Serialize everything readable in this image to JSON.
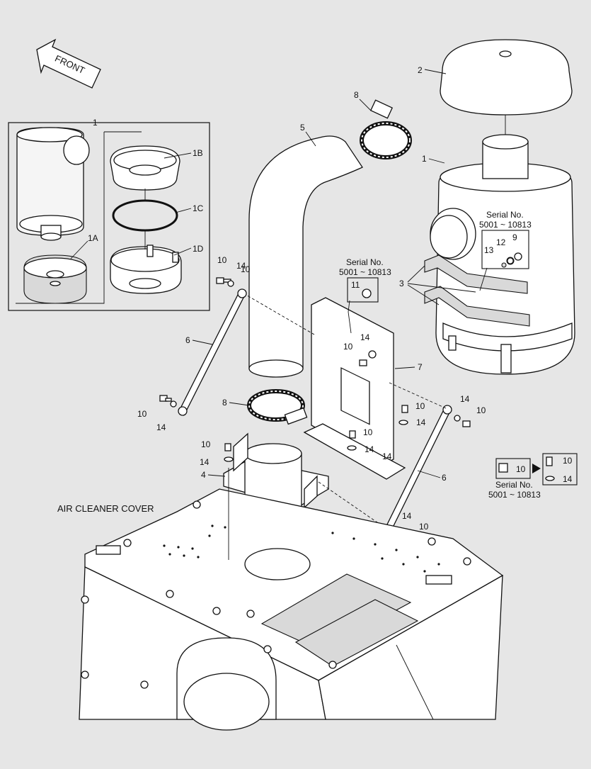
{
  "front_label": "FRONT",
  "callouts": {
    "c1_inset": "1",
    "c1a": "1A",
    "c1b": "1B",
    "c1c": "1C",
    "c1d": "1D",
    "c1_main": "1",
    "c2": "2",
    "c3": "3",
    "c4": "4",
    "c5": "5",
    "c6_left": "6",
    "c6_right": "6",
    "c7": "7",
    "c8_top": "8",
    "c8_low": "8",
    "c9": "9",
    "c10_a": "10",
    "c10_b": "10",
    "c10_c": "10",
    "c10_d": "10",
    "c10_e": "10",
    "c10_f": "10",
    "c10_g": "10",
    "c10_h": "10",
    "c10_i": "10",
    "c10_legend_a": "10",
    "c10_legend_b": "10",
    "c11": "11",
    "c12": "12",
    "c13": "13",
    "c14_a": "14",
    "c14_b": "14",
    "c14_c": "14",
    "c14_d": "14",
    "c14_e": "14",
    "c14_f": "14",
    "c14_g": "14",
    "c14_h": "14",
    "c14_i": "14",
    "c14_legend": "14"
  },
  "serial_notes": {
    "right_title": "Serial No.",
    "right_range": "5001 ~ 10813",
    "center_title": "Serial No.",
    "center_range": "5001 ~ 10813",
    "legend_title": "Serial No.",
    "legend_range": "5001 ~ 10813"
  },
  "air_cleaner_cover_label": "AIR CLEANER COVER"
}
